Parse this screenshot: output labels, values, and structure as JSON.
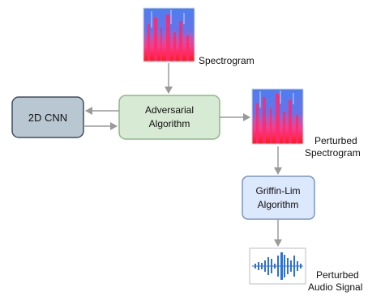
{
  "nodes": {
    "cnn": {
      "label": "2D CNN",
      "fill": "#b9c7d2",
      "stroke": "#3f4f5d"
    },
    "adversarial": {
      "line1": "Adversarial",
      "line2": "Algorithm",
      "fill": "#d7ead3",
      "stroke": "#8fb889"
    },
    "griffin": {
      "line1": "Griffin-Lim",
      "line2": "Algorithm",
      "fill": "#dce8fb",
      "stroke": "#7b96c4"
    }
  },
  "labels": {
    "spectrogram": "Spectrogram",
    "perturbed_spec_line1": "Perturbed",
    "perturbed_spec_line2": "Spectrogram",
    "perturbed_audio_line1": "Perturbed",
    "perturbed_audio_line2": "Audio Signal"
  },
  "images": {
    "spectrogram": "spectrogram-image",
    "perturbed_spectrogram": "spectrogram-image",
    "audio_waveform": "waveform-image"
  },
  "colors": {
    "arrow": "#9a9a9a",
    "text": "#111111"
  }
}
